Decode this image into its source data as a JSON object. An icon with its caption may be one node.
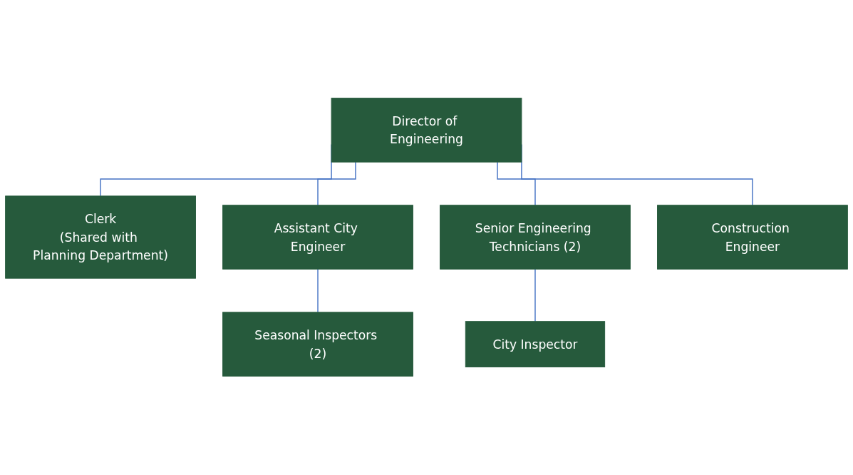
{
  "diagram": {
    "nodes": [
      {
        "text": [
          "Director of Engineering"
        ]
      },
      {
        "text": [
          "Clerk",
          "(Shared with Planning Department)"
        ]
      },
      {
        "text": [
          "Assistant City Engineer"
        ]
      },
      {
        "text": [
          "Senior Engineering Technicians (2)"
        ]
      },
      {
        "text": [
          "Construction Engineer"
        ]
      },
      {
        "text": [
          "Seasonal Inspectors (2)"
        ]
      },
      {
        "text": [
          "City Inspector"
        ]
      }
    ],
    "edges": [
      {
        "from": 0,
        "to": 1,
        "arrow": "none"
      },
      {
        "from": 0,
        "to": 2,
        "arrow": "none"
      },
      {
        "from": 0,
        "to": 3,
        "arrow": "none"
      },
      {
        "from": 0,
        "to": 4,
        "arrow": "none"
      },
      {
        "from": 2,
        "to": 5,
        "arrow": "none"
      },
      {
        "from": 3,
        "to": 6,
        "arrow": "none"
      }
    ]
  }
}
